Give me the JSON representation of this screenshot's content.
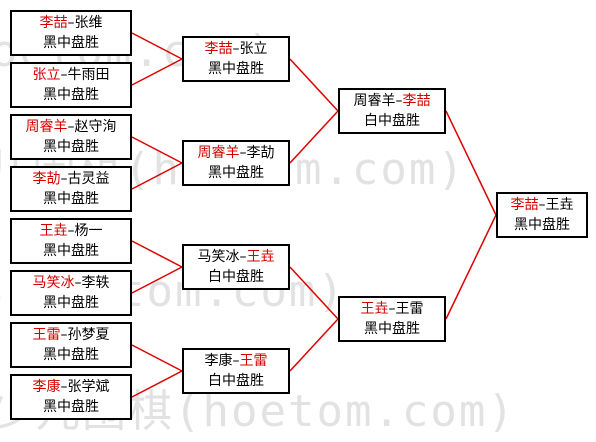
{
  "watermark": {
    "text": "少儿围棋(hoetom.com)",
    "color": "#e2e2e2"
  },
  "colors": {
    "winner": "#d40000",
    "line": "#dd0000",
    "border": "#000000"
  },
  "round1": [
    {
      "p1": "李喆",
      "p2": "张维",
      "winner": 1,
      "result": "黑中盘胜"
    },
    {
      "p1": "张立",
      "p2": "牛雨田",
      "winner": 1,
      "result": "黑中盘胜"
    },
    {
      "p1": "周睿羊",
      "p2": "赵守洵",
      "winner": 1,
      "result": "黑中盘胜"
    },
    {
      "p1": "李劼",
      "p2": "古灵益",
      "winner": 1,
      "result": "黑中盘胜"
    },
    {
      "p1": "王垚",
      "p2": "杨一",
      "winner": 1,
      "result": "黑中盘胜"
    },
    {
      "p1": "马笑冰",
      "p2": "李轶",
      "winner": 1,
      "result": "黑中盘胜"
    },
    {
      "p1": "王雷",
      "p2": "孙梦夏",
      "winner": 1,
      "result": "黑中盘胜"
    },
    {
      "p1": "李康",
      "p2": "张学斌",
      "winner": 1,
      "result": "黑中盘胜"
    }
  ],
  "round2": [
    {
      "p1": "李喆",
      "p2": "张立",
      "winner": 1,
      "result": "黑中盘胜"
    },
    {
      "p1": "周睿羊",
      "p2": "李劼",
      "winner": 1,
      "result": "黑中盘胜"
    },
    {
      "p1": "马笑冰",
      "p2": "王垚",
      "winner": 2,
      "result": "白中盘胜"
    },
    {
      "p1": "李康",
      "p2": "王雷",
      "winner": 2,
      "result": "白中盘胜"
    }
  ],
  "round3": [
    {
      "p1": "周睿羊",
      "p2": "李喆",
      "winner": 2,
      "result": "白中盘胜"
    },
    {
      "p1": "王垚",
      "p2": "王雷",
      "winner": 1,
      "result": "黑中盘胜"
    }
  ],
  "final": [
    {
      "p1": "李喆",
      "p2": "王垚",
      "winner": 1,
      "result": "黑中盘胜"
    }
  ],
  "separator": "–"
}
